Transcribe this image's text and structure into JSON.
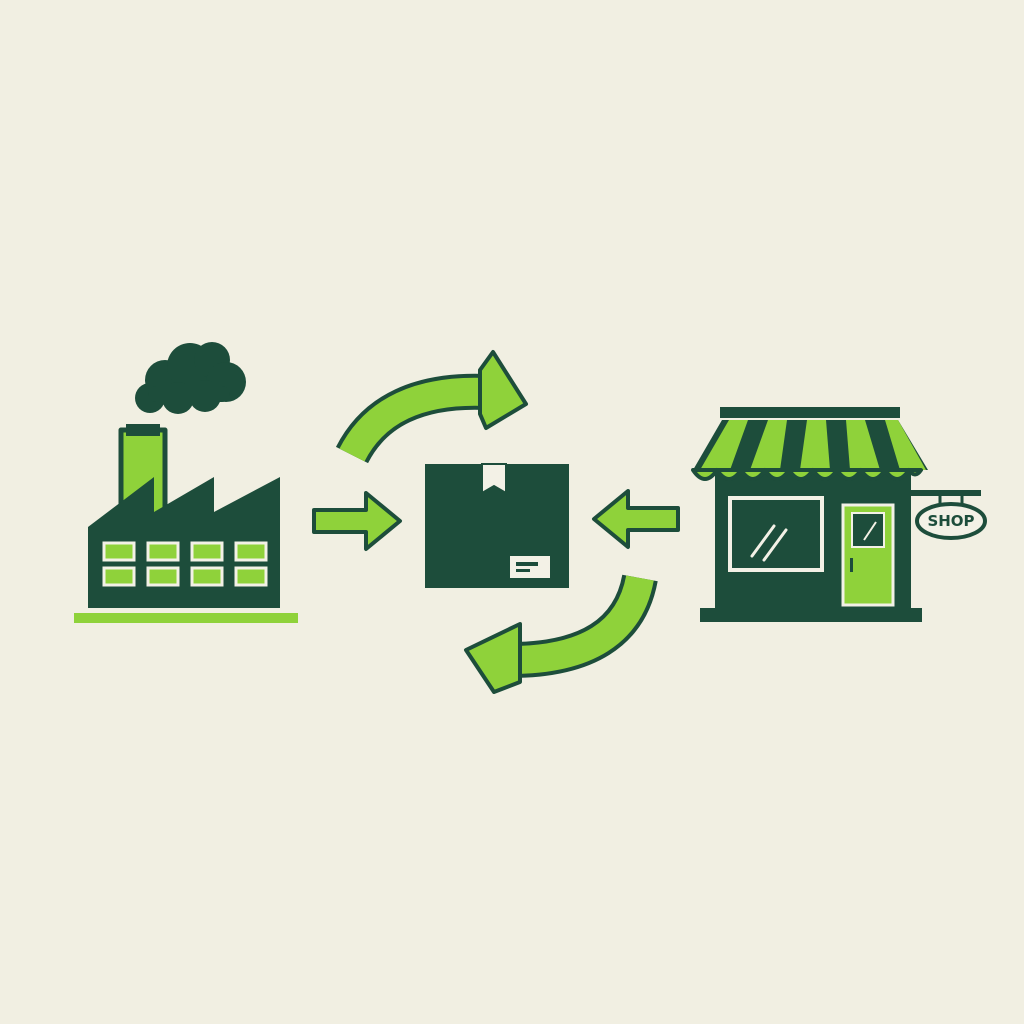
{
  "colors": {
    "background": "#f1efe2",
    "dark_green": "#1d4d3b",
    "lime": "#8fd23a",
    "window_light": "#f3f1e6"
  },
  "nodes": [
    {
      "id": "factory",
      "icon": "factory-icon"
    },
    {
      "id": "package",
      "icon": "package-box-icon"
    },
    {
      "id": "shop",
      "icon": "storefront-icon"
    }
  ],
  "shop": {
    "sign_label": "SHOP"
  },
  "arrows": [
    {
      "from": "factory",
      "to": "package",
      "icon": "arrow-right-icon"
    },
    {
      "from": "shop",
      "to": "package",
      "icon": "arrow-left-icon"
    },
    {
      "direction": "clockwise-top",
      "icon": "curved-arrow-icon"
    },
    {
      "direction": "clockwise-bottom",
      "icon": "curved-arrow-icon"
    }
  ]
}
